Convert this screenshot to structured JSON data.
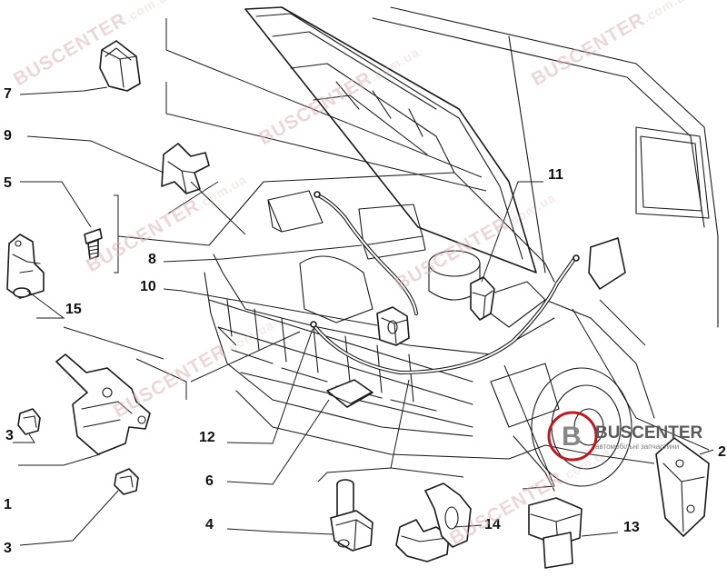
{
  "watermark": {
    "brand": "BUSCENTER",
    "domain": ".com.ua"
  },
  "logo": {
    "name": "BUSCENTER",
    "tagline": "автомобільні запчастини",
    "accent_color": "#c0181b"
  },
  "callouts": [
    {
      "id": "c1",
      "label": "1"
    },
    {
      "id": "c2",
      "label": "2"
    },
    {
      "id": "c3a",
      "label": "3"
    },
    {
      "id": "c3b",
      "label": "3"
    },
    {
      "id": "c4",
      "label": "4"
    },
    {
      "id": "c5",
      "label": "5"
    },
    {
      "id": "c6",
      "label": "6"
    },
    {
      "id": "c7",
      "label": "7"
    },
    {
      "id": "c8",
      "label": "8"
    },
    {
      "id": "c9",
      "label": "9"
    },
    {
      "id": "c10",
      "label": "10"
    },
    {
      "id": "c11",
      "label": "11"
    },
    {
      "id": "c12",
      "label": "12"
    },
    {
      "id": "c13",
      "label": "13"
    },
    {
      "id": "c14",
      "label": "14"
    },
    {
      "id": "c15",
      "label": "15"
    }
  ]
}
